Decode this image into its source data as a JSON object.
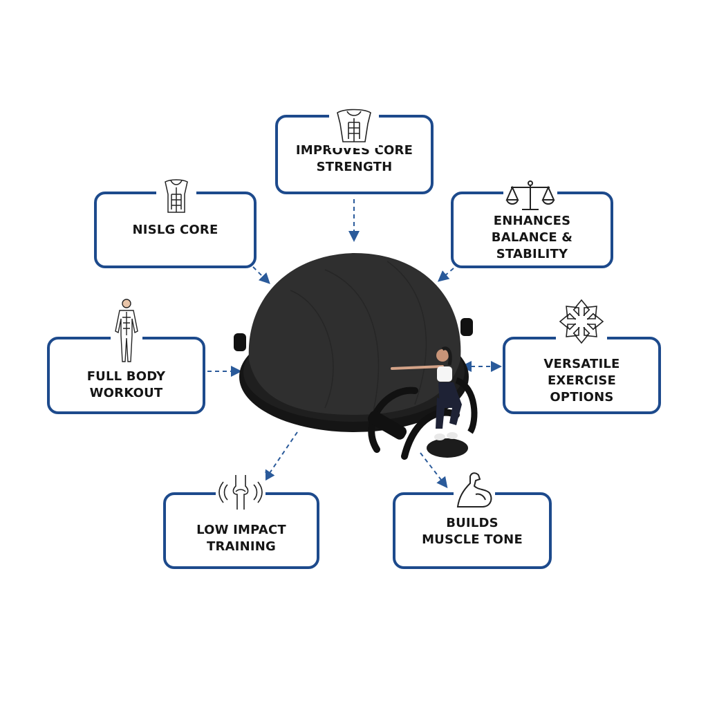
{
  "colors": {
    "border": "#1d4a8c",
    "arrow": "#2a5a9a",
    "text": "#151515",
    "product": "#2b2b2b"
  },
  "benefits": [
    {
      "label": "IMPROVES CORE STRENGTH",
      "lines": [
        "IMPROVES CORE",
        "STRENGTH"
      ],
      "icon": "abs-torso-icon"
    },
    {
      "label": "NISLG CORE",
      "lines": [
        "NISLG CORE"
      ],
      "icon": "abs-torso-icon"
    },
    {
      "label": "ENHANCES BALANCE & STABILITY",
      "lines": [
        "ENHANCES",
        "BALANCE & STABILITY"
      ],
      "icon": "balance-scale-icon"
    },
    {
      "label": "FULL BODY WORKOUT",
      "lines": [
        "FULL BODY",
        "WORKOUT"
      ],
      "icon": "muscle-body-icon"
    },
    {
      "label": "VERSATILE EXERCISE OPTIONS",
      "lines": [
        "VERSATILE",
        "EXERCISE",
        "OPTIONS"
      ],
      "icon": "multi-arrow-icon"
    },
    {
      "label": "LOW IMPACT TRAINING",
      "lines": [
        "LOW IMPACT",
        "TRAINING"
      ],
      "icon": "knee-joint-icon"
    },
    {
      "label": "BUILDS MUSCLE TONE",
      "lines": [
        "BUILDS",
        "MUSCLE TONE"
      ],
      "icon": "flexed-arm-icon"
    }
  ]
}
